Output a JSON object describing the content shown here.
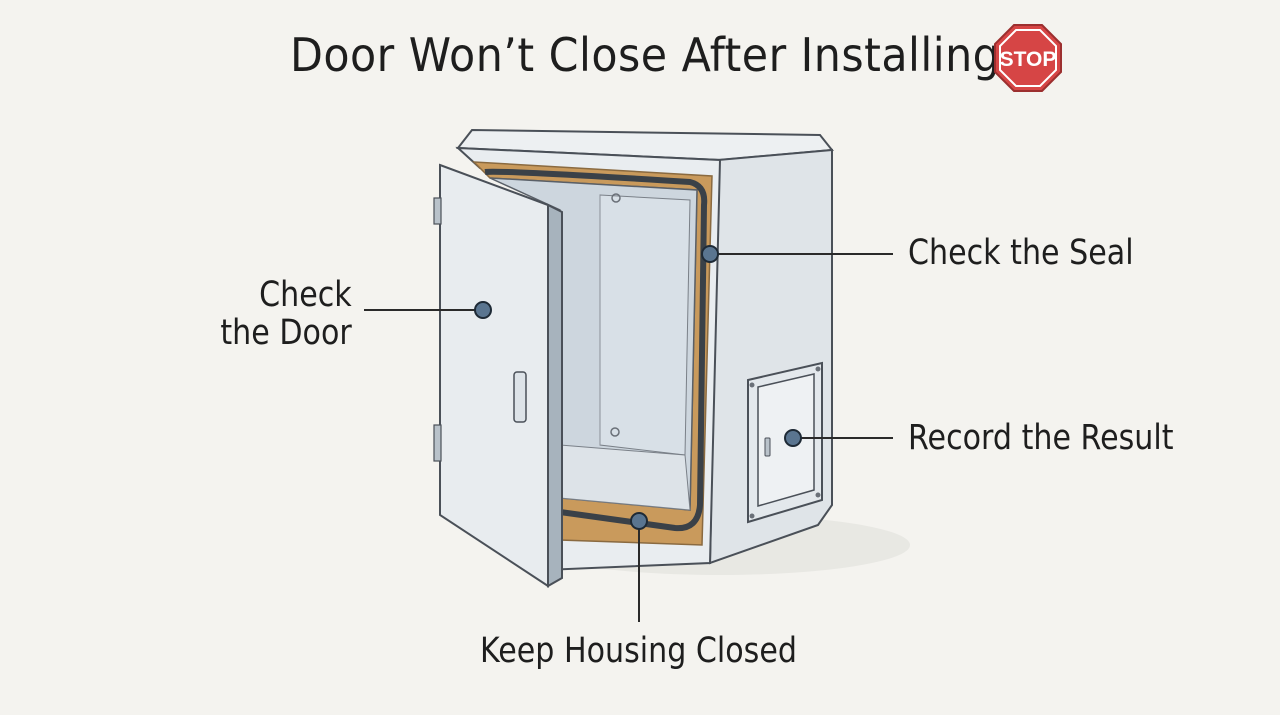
{
  "title": "Door Won’t Close After Installing",
  "stop_sign": {
    "text": "STOP",
    "color": "#d64545"
  },
  "callouts": {
    "check_door": [
      "Check",
      "the Door"
    ],
    "check_seal": "Check the Seal",
    "record_result": "Record the Result",
    "keep_housing_closed": "Keep Housing Closed"
  },
  "colors": {
    "background": "#f4f3ef",
    "enclosure": "#e4e8ec",
    "gasket": "#c99a5c",
    "seal": "#3a4148",
    "marker": "#5a7590"
  }
}
